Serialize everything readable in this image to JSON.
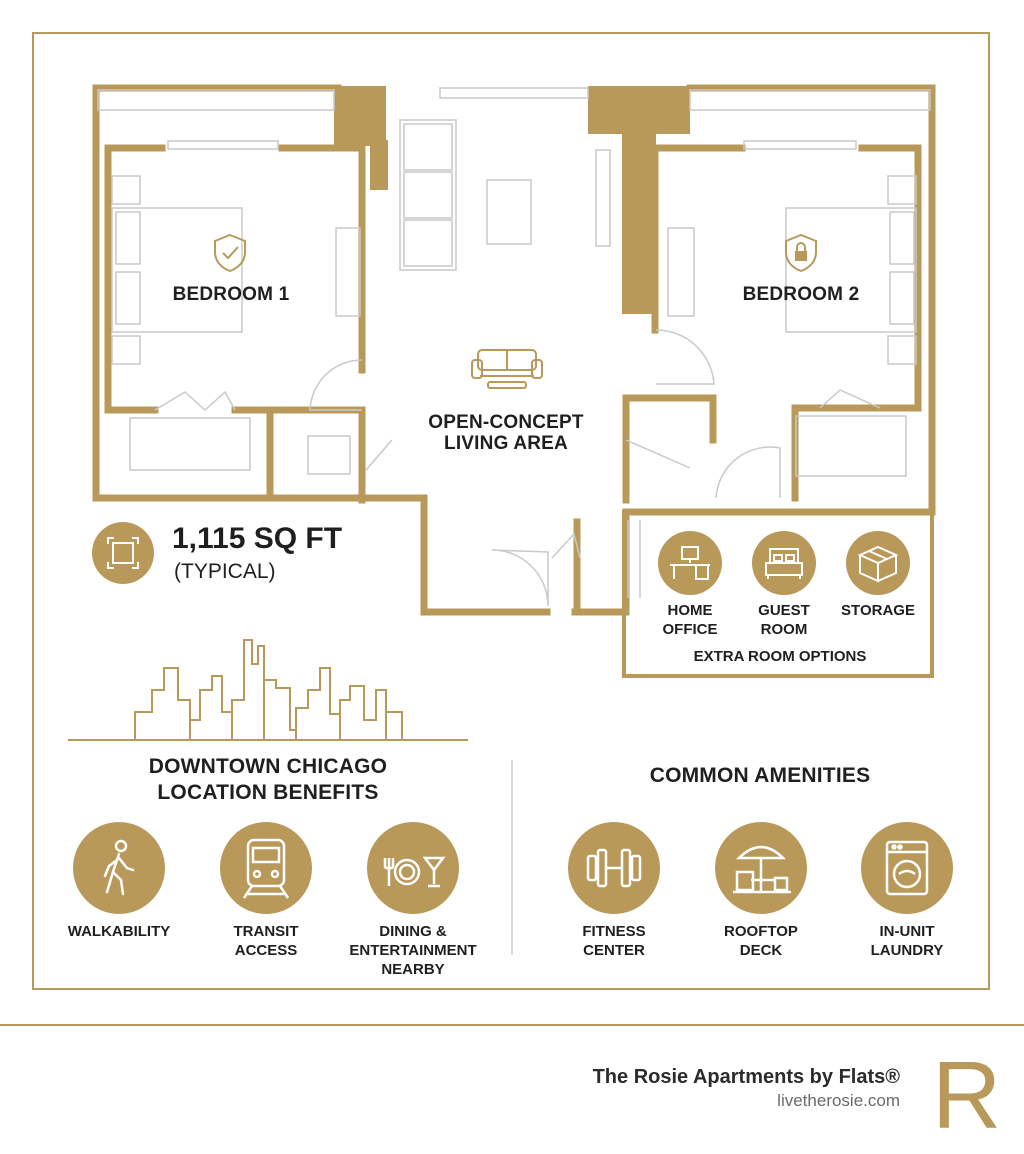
{
  "colors": {
    "gold": "#b8995a",
    "text": "#1f1f1f",
    "line": "#c9c9c9",
    "muted": "#6a6a6a"
  },
  "floor_plan": {
    "bedroom1": "BEDROOM 1",
    "bedroom2": "BEDROOM 2",
    "living_line1": "OPEN-CONCEPT",
    "living_line2": "LIVING AREA",
    "sqft": "1,115 SQ FT",
    "sqft_note": "(TYPICAL)",
    "extra_rooms": {
      "title": "EXTRA ROOM OPTIONS",
      "options": [
        {
          "line1": "HOME",
          "line2": "OFFICE",
          "icon": "desk-icon"
        },
        {
          "line1": "GUEST",
          "line2": "ROOM",
          "icon": "bed-icon"
        },
        {
          "line1": "STORAGE",
          "line2": "",
          "icon": "box-icon"
        }
      ]
    }
  },
  "location": {
    "title_line1": "DOWNTOWN CHICAGO",
    "title_line2": "LOCATION BENEFITS",
    "items": [
      {
        "line1": "WALKABILITY",
        "line2": "",
        "line3": "",
        "icon": "walking-person-icon"
      },
      {
        "line1": "TRANSIT",
        "line2": "ACCESS",
        "line3": "",
        "icon": "train-icon"
      },
      {
        "line1": "DINING &",
        "line2": "ENTERTAINMENT",
        "line3": "NEARBY",
        "icon": "dining-icon"
      }
    ]
  },
  "amenities": {
    "title": "COMMON AMENITIES",
    "items": [
      {
        "line1": "FITNESS",
        "line2": "CENTER",
        "icon": "dumbbell-icon"
      },
      {
        "line1": "ROOFTOP",
        "line2": "DECK",
        "icon": "umbrella-table-icon"
      },
      {
        "line1": "IN-UNIT",
        "line2": "LAUNDRY",
        "icon": "washing-machine-icon"
      }
    ]
  },
  "footer": {
    "brand": "The Rosie Apartments by Flats®",
    "url": "livetherosie.com",
    "logo_letter": "R"
  }
}
